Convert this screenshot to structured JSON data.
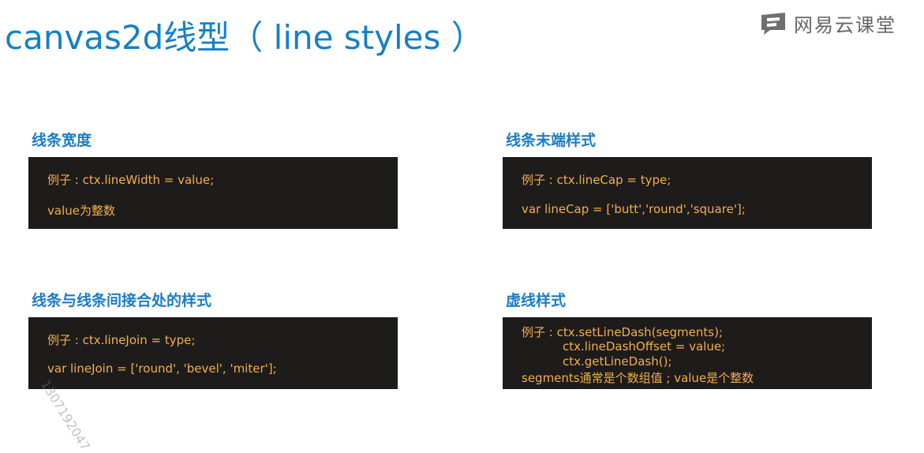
{
  "title": "canvas2d线型（ line styles ）",
  "logo": {
    "text": "网易云课堂",
    "icon": "netease-cloud-classroom-icon"
  },
  "colors": {
    "accent": "#1580c8",
    "code_bg": "#1e1b1b",
    "code_text": "#f2b049"
  },
  "sections": [
    {
      "title": "线条宽度",
      "lines": [
        "例子 : ctx.lineWidth = value;",
        "value为整数"
      ]
    },
    {
      "title": "线条末端样式",
      "lines": [
        "例子 : ctx.lineCap = type;",
        "var lineCap = ['butt','round','square'];"
      ]
    },
    {
      "title": "线条与线条间接合处的样式",
      "lines": [
        "例子 : ctx.lineJoin = type;",
        "var lineJoin = ['round', 'bevel', 'miter'];"
      ]
    },
    {
      "title": "虚线样式",
      "lines": [
        "例子 : ctx.setLineDash(segments);",
        "ctx.lineDashOffset = value;",
        "ctx.getLineDash();",
        "segments通常是个数组值 ; value是个整数"
      ]
    }
  ],
  "watermark": "1307192047"
}
